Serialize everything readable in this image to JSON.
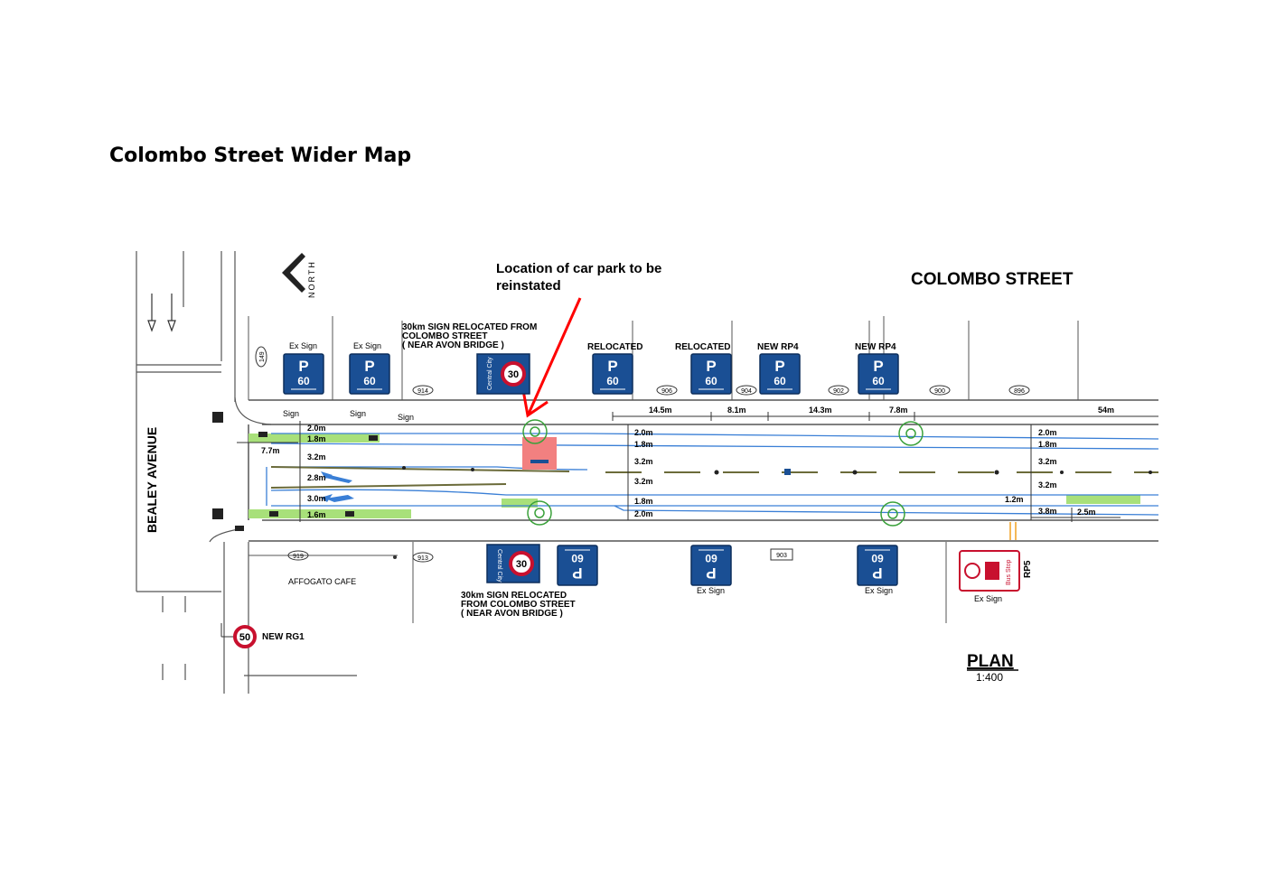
{
  "title": "Colombo Street Wider Map",
  "street_name": "COLOMBO STREET",
  "cross_street": "BEALEY AVENUE",
  "annotation": {
    "text_line1": "Location of car park to be",
    "text_line2": "reinstated"
  },
  "north_label": "NORTH",
  "plan": {
    "label": "PLAN",
    "scale": "1:400"
  },
  "colors": {
    "sign_blue": "#1a4f94",
    "arrow_red": "#ff0000",
    "highlight_green": "#a8e07a",
    "carpark_red": "#f28080",
    "lane_blue": "#3a7fd6",
    "speed_red": "#c8102e"
  },
  "north_signs": [
    {
      "caption": "Ex Sign",
      "p": "P",
      "n": "60"
    },
    {
      "caption": "Ex Sign",
      "p": "P",
      "n": "60"
    },
    {
      "caption": "RELOCATED",
      "p": "P",
      "n": "60"
    },
    {
      "caption": "RELOCATED",
      "p": "P",
      "n": "60"
    },
    {
      "caption": "NEW RP4",
      "p": "P",
      "n": "60"
    },
    {
      "caption": "NEW RP4",
      "p": "P",
      "n": "60"
    }
  ],
  "south_signs": [
    {
      "caption": "",
      "p": "P",
      "n": "60"
    },
    {
      "caption": "Ex Sign",
      "p": "P",
      "n": "60"
    },
    {
      "caption": "Ex Sign",
      "p": "P",
      "n": "60"
    }
  ],
  "speed_signs": {
    "north": {
      "value": "30",
      "side": "Central City",
      "note": [
        "30km SIGN RELOCATED FROM",
        "COLOMBO STREET",
        "( NEAR AVON  BRIDGE )"
      ]
    },
    "south": {
      "value": "30",
      "side": "Central City",
      "note": [
        "30km SIGN RELOCATED",
        "FROM COLOMBO STREET",
        "( NEAR AVON  BRIDGE )"
      ]
    },
    "rg1": {
      "value": "50",
      "caption": "NEW RG1"
    }
  },
  "bus_stop": {
    "caption": "Ex Sign",
    "code": "RP5",
    "label": "Bus Stop"
  },
  "property_numbers": {
    "north": [
      "149",
      "914",
      "906",
      "904",
      "902",
      "900",
      "896"
    ],
    "south": [
      "919",
      "913",
      "903"
    ]
  },
  "business": "AFFOGATO CAFE",
  "sign_labels": [
    "Sign",
    "Sign",
    "Sign"
  ],
  "top_dims": [
    "14.5m",
    "8.1m",
    "14.3m",
    "7.8m",
    "54m"
  ],
  "left_widths": [
    "2.0m",
    "1.8m",
    "3.2m",
    "2.8m",
    "3.0m",
    "1.6m"
  ],
  "left_offset": "7.7m",
  "mid_widths": [
    "2.0m",
    "1.8m",
    "3.2m",
    "3.2m",
    "1.8m",
    "2.0m"
  ],
  "right_widths": [
    "2.0m",
    "1.8m",
    "3.2m",
    "3.2m",
    "1.2m",
    "3.8m",
    "2.5m"
  ]
}
